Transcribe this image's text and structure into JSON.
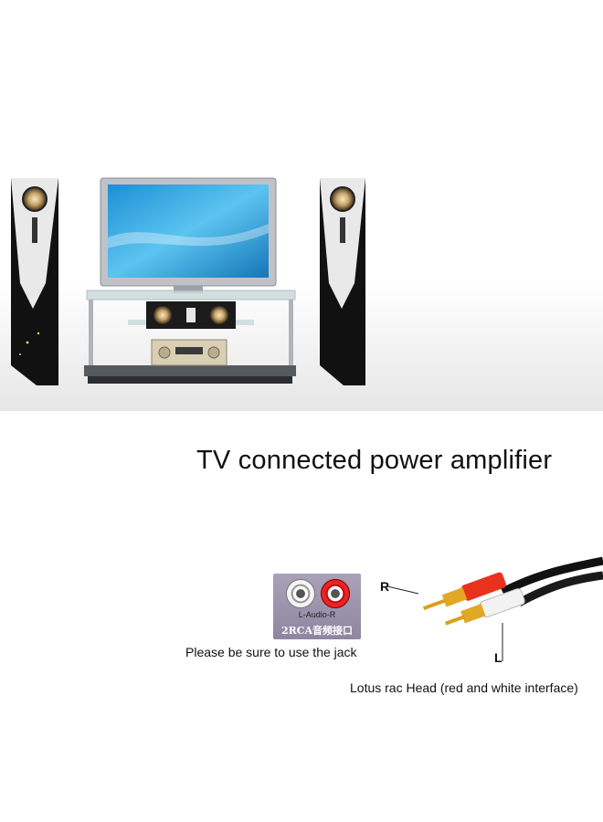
{
  "headline": "TV connected power amplifier",
  "jack_panel": {
    "sub_label": "L-Audio-R",
    "caption": "2RCA音频接口"
  },
  "jack_note": "Please be sure to use the jack",
  "plug": {
    "label_right": "R",
    "label_left": "L",
    "note": "Lotus rac Head (red and white interface)"
  },
  "colors": {
    "red_plug": "#e8321e",
    "white_plug": "#f2f2f2",
    "gold_pin": "#e0a824",
    "cable": "#111111"
  }
}
